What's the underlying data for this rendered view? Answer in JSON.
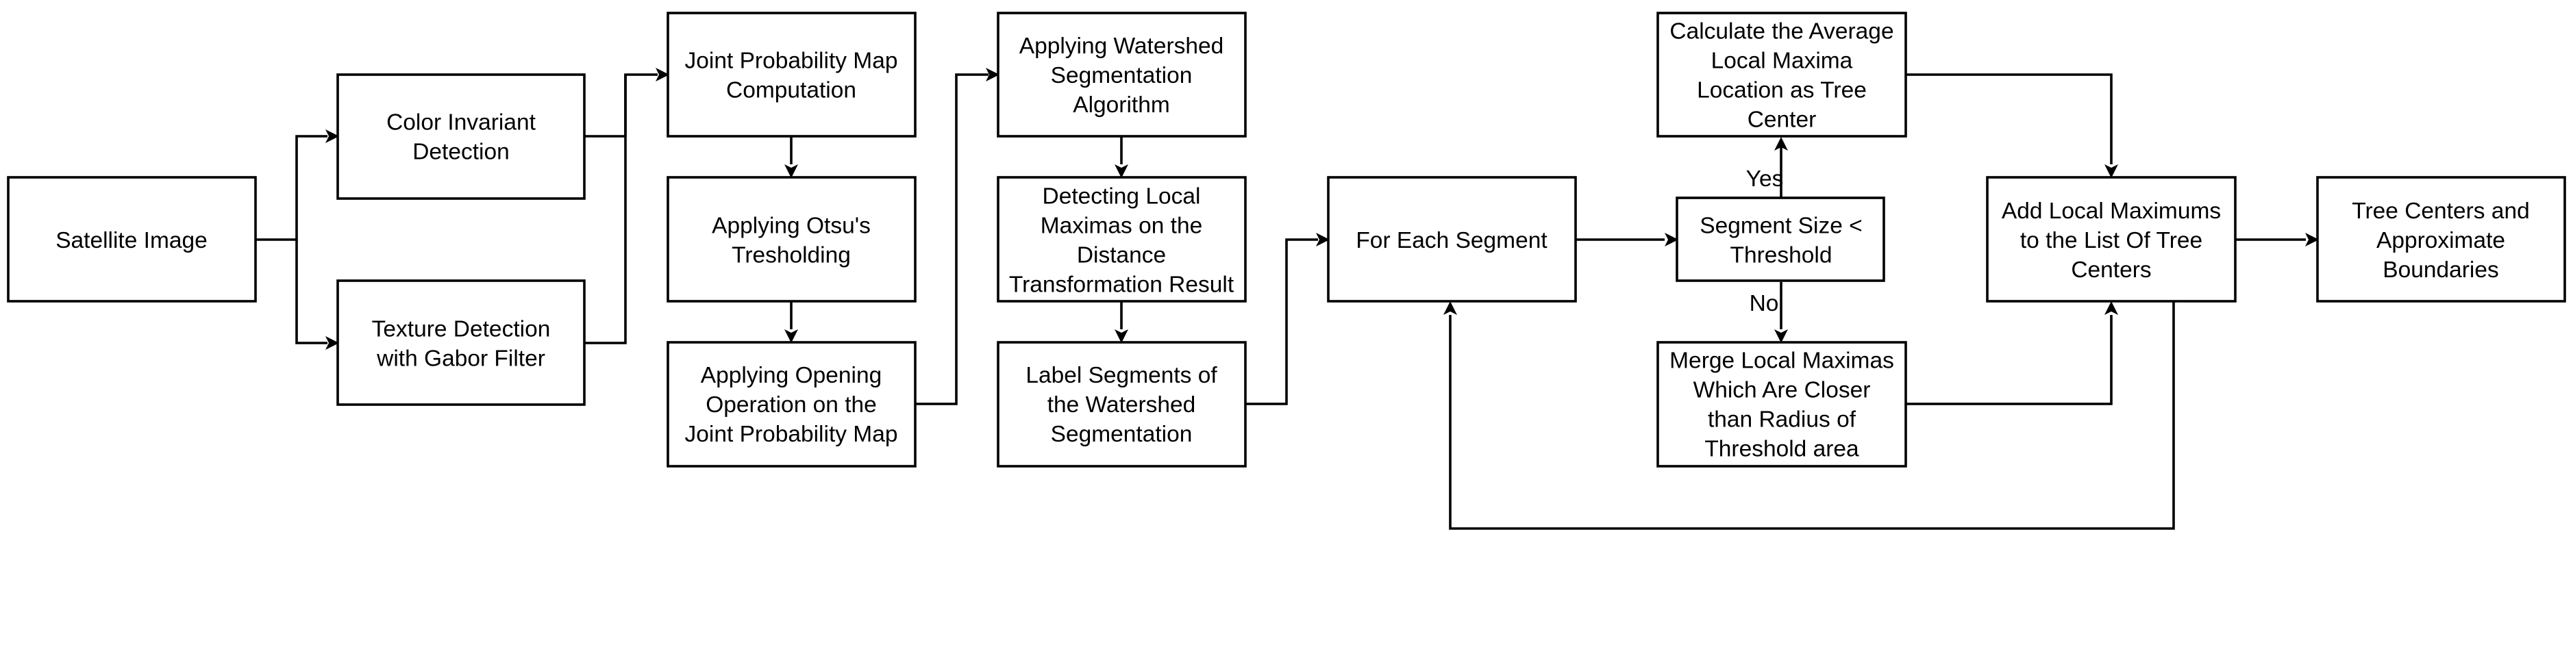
{
  "nodes": {
    "satellite": {
      "lines": [
        "Satellite Image"
      ]
    },
    "color_invariant": {
      "lines": [
        "Color Invariant",
        "Detection"
      ]
    },
    "texture": {
      "lines": [
        "Texture Detection",
        "with Gabor Filter"
      ]
    },
    "joint_prob": {
      "lines": [
        "Joint Probability Map",
        "Computation"
      ]
    },
    "otsu": {
      "lines": [
        "Applying Otsu's",
        "Tresholding"
      ]
    },
    "opening": {
      "lines": [
        "Applying Opening",
        "Operation on the",
        "Joint Probability Map"
      ]
    },
    "watershed": {
      "lines": [
        "Applying Watershed",
        "Segmentation",
        "Algorithm"
      ]
    },
    "local_maxima": {
      "lines": [
        "Detecting Local",
        "Maximas on the",
        "Distance",
        "Transformation Result"
      ]
    },
    "label_segments": {
      "lines": [
        "Label Segments of",
        "the Watershed",
        "Segmentation"
      ]
    },
    "for_each": {
      "lines": [
        "For Each Segment"
      ]
    },
    "size_check": {
      "lines": [
        "Segment Size <",
        "Threshold"
      ]
    },
    "avg_center": {
      "lines": [
        "Calculate the Average",
        "Local Maxima",
        "Location as Tree",
        "Center"
      ]
    },
    "merge": {
      "lines": [
        "Merge Local Maximas",
        "Which Are Closer",
        "than Radius of",
        "Threshold area"
      ]
    },
    "add_list": {
      "lines": [
        "Add Local Maximums",
        "to the List Of Tree",
        "Centers"
      ]
    },
    "output": {
      "lines": [
        "Tree Centers and",
        "Approximate",
        "Boundaries"
      ]
    }
  },
  "edge_labels": {
    "yes": "Yes",
    "no": "No"
  }
}
